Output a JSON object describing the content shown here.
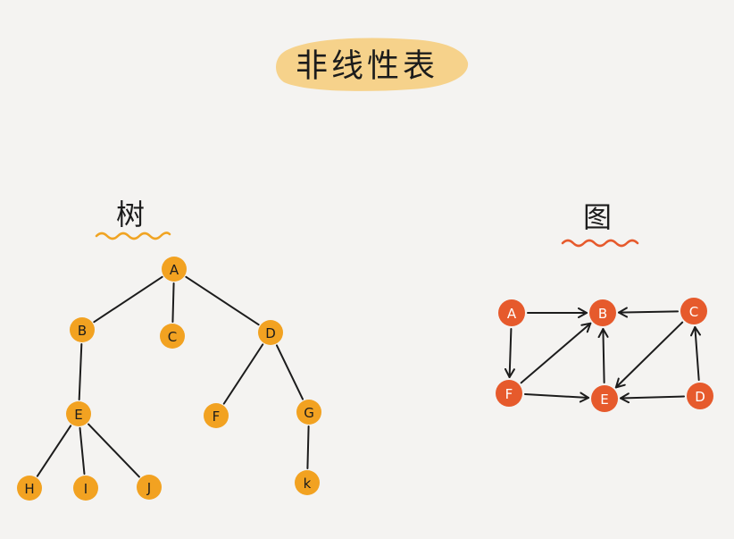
{
  "title": "非线性表",
  "colors": {
    "background": "#f4f3f1",
    "tree_node": "#f2a221",
    "graph_node": "#e65a2c",
    "title_highlight": "#f7c768",
    "tree_underline": "#f0a423",
    "graph_underline": "#e65a2c",
    "ink": "#1c1c1c"
  },
  "tree": {
    "label": "树",
    "nodes": [
      {
        "id": "A",
        "label": "A"
      },
      {
        "id": "B",
        "label": "B"
      },
      {
        "id": "C",
        "label": "C"
      },
      {
        "id": "D",
        "label": "D"
      },
      {
        "id": "E",
        "label": "E"
      },
      {
        "id": "F",
        "label": "F"
      },
      {
        "id": "G",
        "label": "G"
      },
      {
        "id": "H",
        "label": "H"
      },
      {
        "id": "I",
        "label": "I"
      },
      {
        "id": "J",
        "label": "J"
      },
      {
        "id": "K",
        "label": "k"
      }
    ],
    "edges": [
      [
        "A",
        "B"
      ],
      [
        "A",
        "C"
      ],
      [
        "A",
        "D"
      ],
      [
        "B",
        "E"
      ],
      [
        "D",
        "F"
      ],
      [
        "D",
        "G"
      ],
      [
        "E",
        "H"
      ],
      [
        "E",
        "I"
      ],
      [
        "E",
        "J"
      ],
      [
        "G",
        "K"
      ]
    ]
  },
  "graph": {
    "label": "图",
    "nodes": [
      {
        "id": "A",
        "label": "A"
      },
      {
        "id": "B",
        "label": "B"
      },
      {
        "id": "C",
        "label": "C"
      },
      {
        "id": "D",
        "label": "D"
      },
      {
        "id": "E",
        "label": "E"
      },
      {
        "id": "F",
        "label": "F"
      }
    ],
    "edges": [
      {
        "from": "A",
        "to": "B"
      },
      {
        "from": "A",
        "to": "F"
      },
      {
        "from": "C",
        "to": "B"
      },
      {
        "from": "C",
        "to": "E"
      },
      {
        "from": "D",
        "to": "C"
      },
      {
        "from": "D",
        "to": "E"
      },
      {
        "from": "E",
        "to": "B"
      },
      {
        "from": "F",
        "to": "B"
      },
      {
        "from": "F",
        "to": "E"
      }
    ]
  }
}
